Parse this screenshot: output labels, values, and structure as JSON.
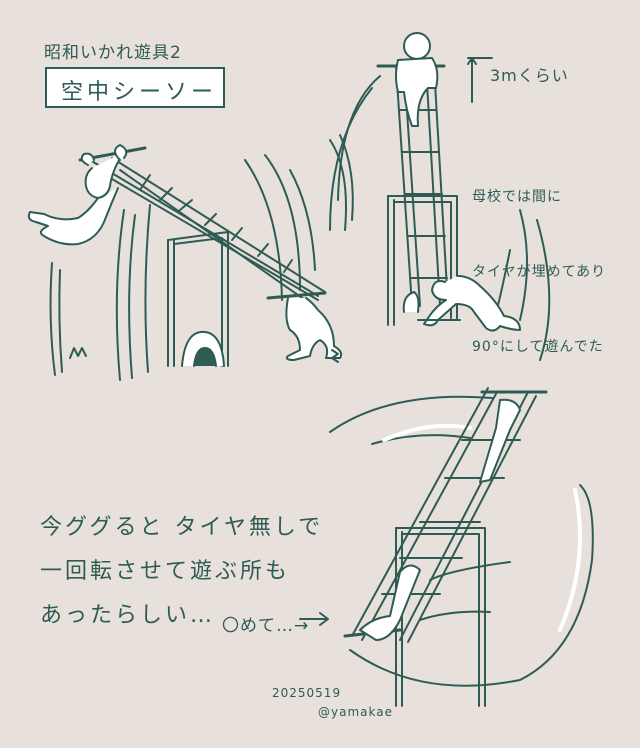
{
  "artwork": {
    "subtitle": "昭和いかれ遊具2",
    "title": "空中シーソー",
    "height_annotation": "3mくらい",
    "note_lines": [
      "母校では間に",
      "タイヤが埋めてあり",
      "90°にして遊んでた"
    ],
    "caption_lines": [
      "今ググると タイヤ無しで",
      "一回転させて遊ぶ所も",
      "あったらしい…"
    ],
    "pointer_text": "〇めて…→",
    "date": "20250519",
    "author_handle": "@yamakae"
  },
  "colors": {
    "background": "#e8e0db",
    "line": "#2e5c55",
    "fill": "#ffffff"
  }
}
